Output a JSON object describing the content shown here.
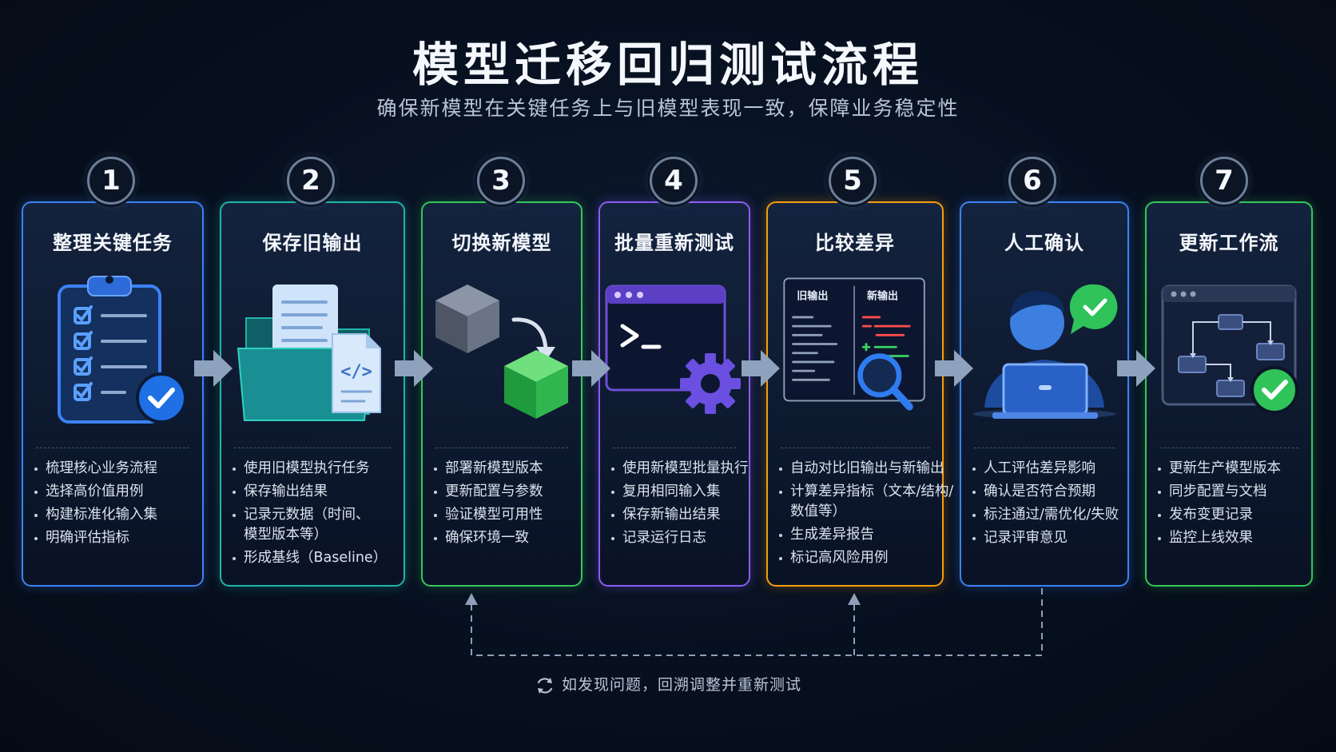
{
  "title": "模型迁移回归测试流程",
  "subtitle": "确保新模型在关键任务上与旧模型表现一致，保障业务稳定性",
  "steps": [
    {
      "number": "1",
      "title": "整理关键任务",
      "color": "#3b82f6",
      "bullets": [
        "梳理核心业务流程",
        "选择高价值用例",
        "构建标准化输入集",
        "明确评估指标"
      ]
    },
    {
      "number": "2",
      "title": "保存旧输出",
      "color": "#1fb5a8",
      "bullets": [
        "使用旧模型执行任务",
        "保存输出结果",
        "记录元数据（时间、",
        "模型版本等）",
        "形成基线（Baseline）"
      ]
    },
    {
      "number": "3",
      "title": "切换新模型",
      "color": "#34c759",
      "bullets": [
        "部署新模型版本",
        "更新配置与参数",
        "验证模型可用性",
        "确保环境一致"
      ]
    },
    {
      "number": "4",
      "title": "批量重新测试",
      "color": "#8b5cf6",
      "bullets": [
        "使用新模型批量执行",
        "复用相同输入集",
        "保存新输出结果",
        "记录运行日志"
      ]
    },
    {
      "number": "5",
      "title": "比较差异",
      "color": "#f59e0b",
      "compare_labels": [
        "旧输出",
        "新输出"
      ],
      "bullets": [
        "自动对比旧输出与新输出",
        "计算差异指标（文本/结构/",
        "数值等）",
        "生成差异报告",
        "标记高风险用例"
      ]
    },
    {
      "number": "6",
      "title": "人工确认",
      "color": "#3b82f6",
      "bullets": [
        "人工评估差异影响",
        "确认是否符合预期",
        "标注通过/需优化/失败",
        "记录评审意见"
      ]
    },
    {
      "number": "7",
      "title": "更新工作流",
      "color": "#34c759",
      "bullets": [
        "更新生产模型版本",
        "同步配置与文档",
        "发布变更记录",
        "监控上线效果"
      ]
    }
  ],
  "loop_note": "如发现问题，回溯调整并重新测试"
}
